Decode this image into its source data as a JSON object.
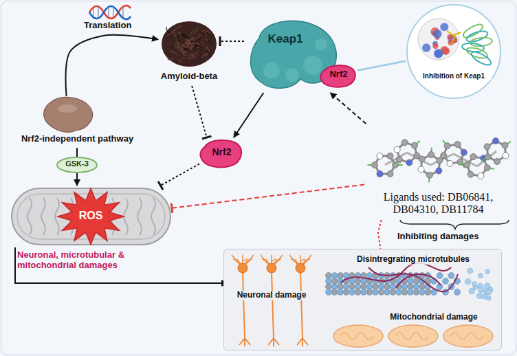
{
  "diagram": {
    "nodes": [
      {
        "text": [
          "Amyloid-beta"
        ]
      },
      {
        "text": [
          "Keap1"
        ]
      },
      {
        "text": [
          "Nrf2"
        ]
      },
      {
        "text": [
          "Inhibition of Keap1"
        ]
      },
      {
        "text": [
          "Nrf2-independent pathway"
        ]
      },
      {
        "text": [
          "Nrf2"
        ]
      },
      {
        "text": [
          "GSK-3"
        ]
      },
      {
        "text": [
          "ROS"
        ]
      },
      {
        "text": [
          "Ligands used: DB06841, DB04310, DB11784"
        ]
      },
      {
        "text": []
      },
      {
        "text": [
          "Neuronal damage"
        ],
        "in": 9
      },
      {
        "text": [
          "Disintregrating microtubules"
        ],
        "in": 9
      },
      {
        "text": [
          "Mitochondrial damage"
        ],
        "in": 9
      }
    ],
    "edges": [
      {
        "from": 4,
        "to": 0,
        "arrow": "to",
        "label": "Translation"
      },
      {
        "from": 1,
        "to": 0,
        "arrow": "to"
      },
      {
        "from": 0,
        "to": 5,
        "arrow": "to"
      },
      {
        "from": 1,
        "to": 5,
        "arrow": "to"
      },
      {
        "from": 5,
        "to": 7,
        "arrow": "to"
      },
      {
        "from": 4,
        "to": 6,
        "arrow": "none"
      },
      {
        "from": 6,
        "to": 7,
        "arrow": "to"
      },
      {
        "from": 8,
        "to": 1,
        "arrow": "to"
      },
      {
        "from": 8,
        "to": 7,
        "arrow": "to"
      },
      {
        "from": 8,
        "to": 11,
        "arrow": "to"
      },
      {
        "from": 7,
        "to": 10,
        "arrow": "to"
      },
      {
        "from": 2,
        "to": 3,
        "arrow": "none"
      }
    ],
    "labels": [
      "Neuronal, microtubular & mitochondrial damages",
      "Inhibiting damages"
    ]
  }
}
